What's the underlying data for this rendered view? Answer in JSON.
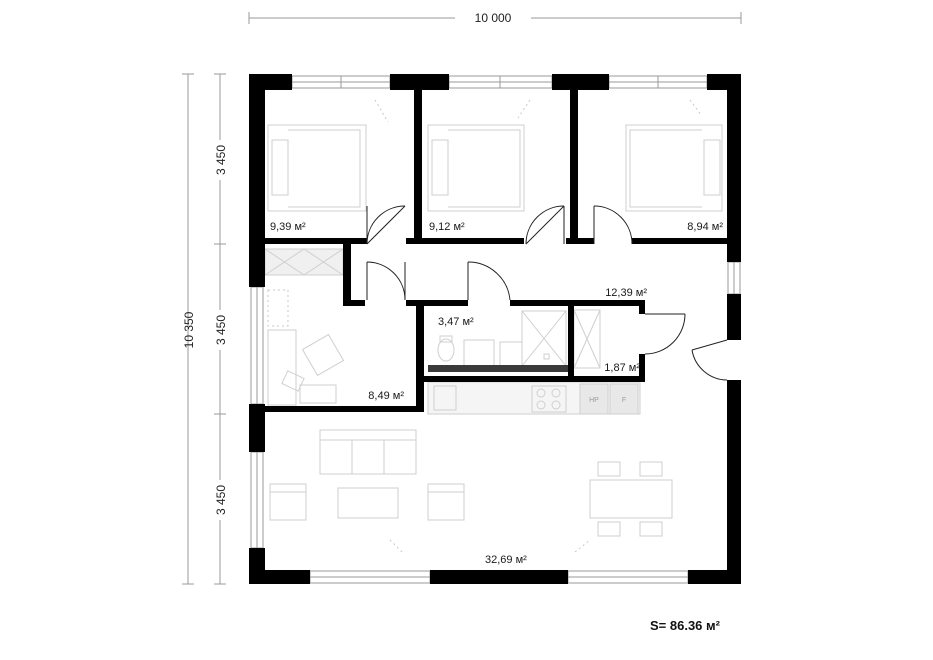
{
  "dimensions": {
    "overall_width": "10 000",
    "overall_height": "10 350",
    "segment_top": "3 450",
    "segment_middle": "3 450",
    "segment_bottom": "3 450"
  },
  "rooms": {
    "bedroom_1": "9,39 м²",
    "bedroom_2": "9,12 м²",
    "bedroom_3": "8,94 м²",
    "hallway": "12,39 м²",
    "bathroom": "3,47 м²",
    "storage": "1,87 м²",
    "study": "8,49 м²",
    "living": "32,69 м²"
  },
  "appliances": {
    "fridge": "HP",
    "freezer": "F"
  },
  "total_area": "S= 86.36 м²",
  "colors": {
    "wall": "#000000",
    "fixture": "#cfcfcf",
    "window": "#9a9a9a",
    "text": "#1a1a1a"
  }
}
